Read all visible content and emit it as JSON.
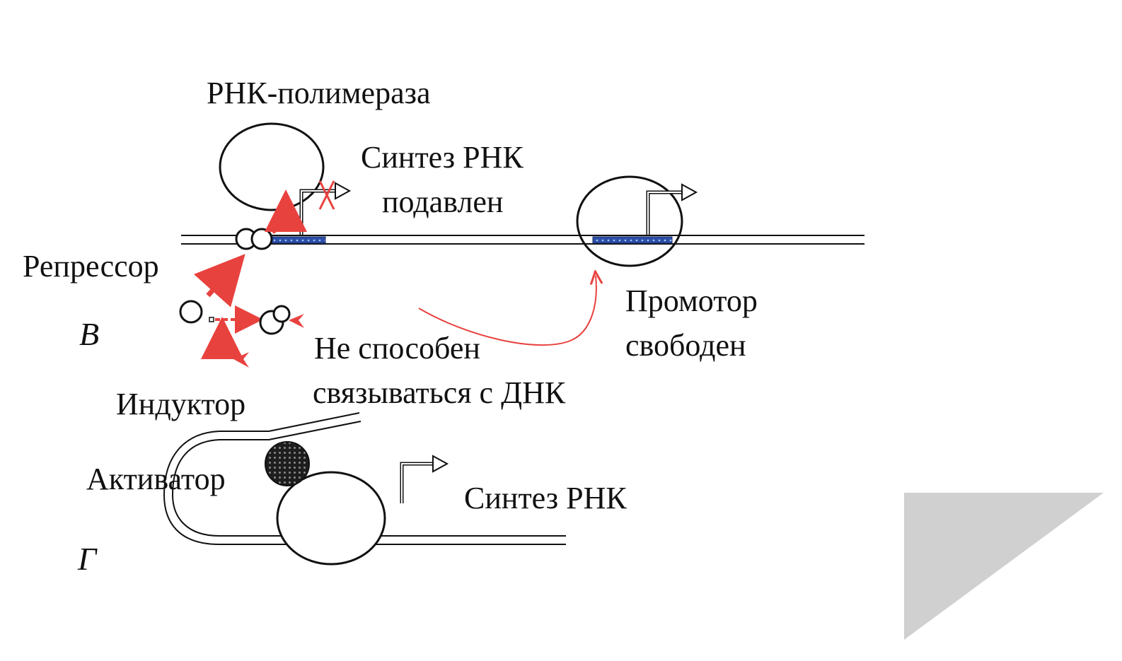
{
  "labels": {
    "rna_polymerase": "РНК-полимераза",
    "synthesis_suppressed_1": "Синтез РНК",
    "synthesis_suppressed_2": "подавлен",
    "repressor": "Репрессор",
    "panel_v": "В",
    "cannot_bind_1": "Не способен",
    "cannot_bind_2": "связываться с ДНК",
    "inducer": "Индуктор",
    "promoter_free_1": "Промотор",
    "promoter_free_2": "свободен",
    "activator": "Активатор",
    "rna_synthesis": "Синтез РНК",
    "panel_g": "Г"
  },
  "colors": {
    "red_arrow": "#e8423f",
    "promoter_fill": "#2b4fa8",
    "ink": "#111111",
    "shadow": "#d0d0d0"
  },
  "icons": {
    "blocked_mark": "red-x-cross-icon",
    "transcription_start": "bent-arrow-icon",
    "inducer_molecule": "red-chevron-icon"
  }
}
